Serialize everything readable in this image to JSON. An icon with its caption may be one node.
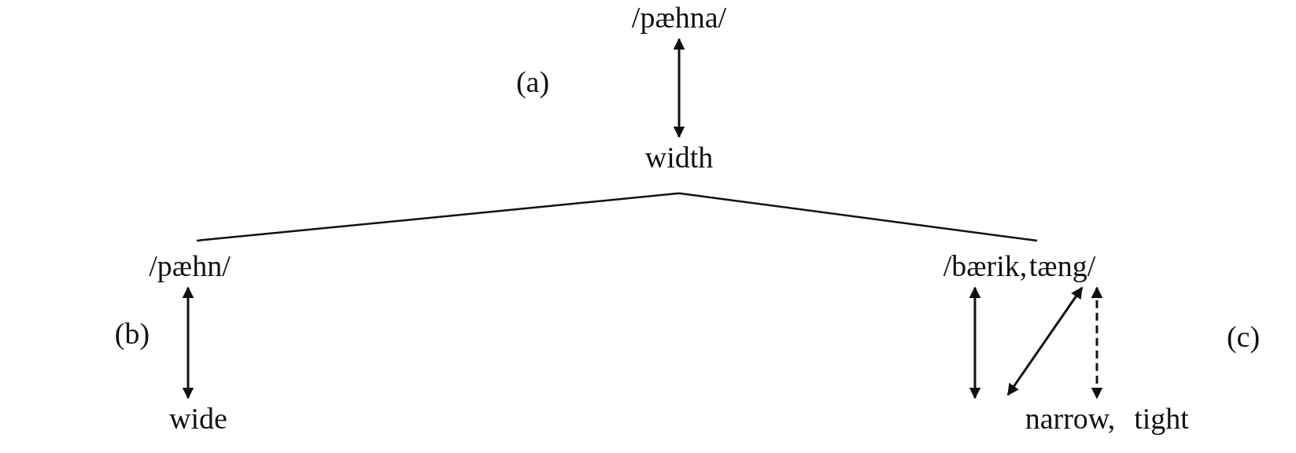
{
  "diagram": {
    "nodes": [
      {
        "text": [
          "/pæhna/"
        ]
      },
      {
        "text": [
          "width"
        ]
      },
      {
        "text": [
          "/pæhn/"
        ]
      },
      {
        "text": [
          "wide"
        ]
      },
      {
        "text": [
          "/bærik,"
        ]
      },
      {
        "text": [
          "tæng/"
        ]
      },
      {
        "text": [
          "narrow,"
        ]
      },
      {
        "text": [
          "tight"
        ]
      }
    ],
    "edges": [
      {
        "from": 0,
        "to": 1,
        "arrow": "both"
      },
      {
        "from": 1,
        "to": 2,
        "arrow": "none"
      },
      {
        "from": 1,
        "to": 4,
        "arrow": "none"
      },
      {
        "from": 2,
        "to": 3,
        "arrow": "both"
      },
      {
        "from": 4,
        "to": 6,
        "arrow": "both"
      },
      {
        "from": 5,
        "to": 6,
        "arrow": "both"
      },
      {
        "from": 5,
        "to": 7,
        "arrow": "both",
        "style": "dashed"
      }
    ],
    "labels": [
      "(a)",
      "(b)",
      "(c)"
    ]
  }
}
